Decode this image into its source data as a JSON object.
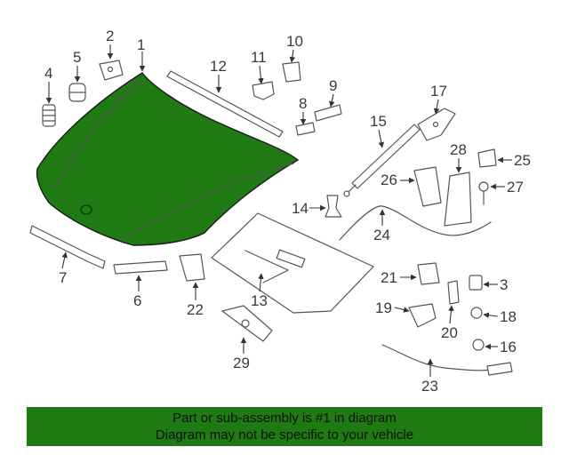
{
  "diagram": {
    "highlight_color": "#1f7a14",
    "callouts": {
      "c1": "1",
      "c2": "2",
      "c3": "3",
      "c4": "4",
      "c5": "5",
      "c6": "6",
      "c7": "7",
      "c8": "8",
      "c9": "9",
      "c10": "10",
      "c11": "11",
      "c12": "12",
      "c13": "13",
      "c14": "14",
      "c15": "15",
      "c16": "16",
      "c17": "17",
      "c18": "18",
      "c19": "19",
      "c20": "20",
      "c21": "21",
      "c22": "22",
      "c23": "23",
      "c24": "24",
      "c25": "25",
      "c26": "26",
      "c27": "27",
      "c28": "28",
      "c29": "29"
    }
  },
  "banner": {
    "line1": "Part or sub-assembly is #1 in diagram",
    "line2": "Diagram may not be specific to your vehicle",
    "background": "#1f7a14"
  }
}
